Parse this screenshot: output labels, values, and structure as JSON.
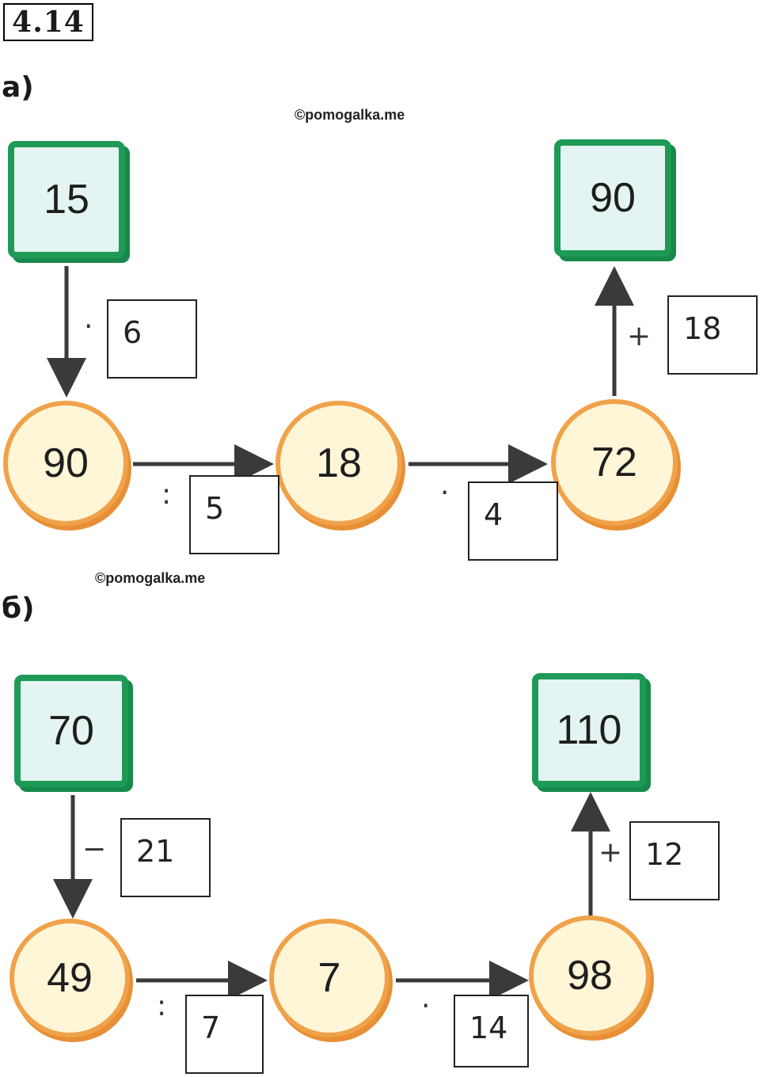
{
  "task_number": "4.14",
  "watermark": "©pomogalka.me",
  "parts": [
    {
      "label": "а)",
      "start": "15",
      "result": "90",
      "circles": [
        "90",
        "18",
        "72"
      ],
      "ops": [
        "·",
        ":",
        "·",
        "+"
      ],
      "answers": [
        "6",
        "5",
        "4",
        "18"
      ]
    },
    {
      "label": "б)",
      "start": "70",
      "result": "110",
      "circles": [
        "49",
        "7",
        "98"
      ],
      "ops": [
        "−",
        ":",
        "·",
        "+"
      ],
      "answers": [
        "21",
        "7",
        "14",
        "12"
      ]
    }
  ],
  "colors": {
    "square_border": "#1f9a56",
    "square_fill": "#e4f4f2",
    "circle_border": "#f0a24a",
    "circle_fill": "#fff6d8",
    "arrow": "#3a3a3a"
  }
}
